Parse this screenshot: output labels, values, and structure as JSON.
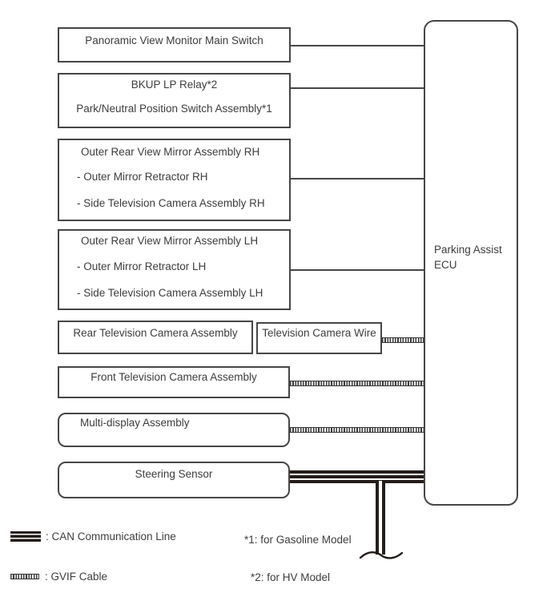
{
  "diagram": {
    "ecu_label": [
      "Parking Assist",
      "ECU"
    ],
    "boxes": {
      "panoramic_switch": {
        "lines": [
          "Panoramic View Monitor Main Switch"
        ]
      },
      "bkup_relay": {
        "lines": [
          "BKUP LP Relay*2",
          "Park/Neutral Position Switch Assembly*1"
        ]
      },
      "mirror_rh": {
        "lines": [
          "Outer Rear View Mirror Assembly RH",
          "- Outer Mirror Retractor RH",
          "- Side Television Camera Assembly RH"
        ]
      },
      "mirror_lh": {
        "lines": [
          "Outer Rear View Mirror Assembly LH",
          "- Outer Mirror Retractor LH",
          "- Side Television Camera Assembly LH"
        ]
      },
      "rear_camera": {
        "lines": [
          "Rear Television Camera Assembly"
        ]
      },
      "camera_wire": {
        "lines": [
          "Television Camera Wire"
        ]
      },
      "front_camera": {
        "lines": [
          "Front Television Camera Assembly"
        ]
      },
      "multi_display": {
        "lines": [
          "Multi-display Assembly"
        ]
      },
      "steering_sensor": {
        "lines": [
          "Steering Sensor"
        ]
      }
    },
    "legend": {
      "can": ": CAN Communication Line",
      "gvif": ": GVIF Cable"
    },
    "notes": {
      "n1": "*1: for Gasoline Model",
      "n2": "*2: for HV Model"
    },
    "colors": {
      "box_border": "#464646",
      "text": "#3d3d3d",
      "can_line": "#241d1a",
      "background": "#ffffff"
    }
  }
}
